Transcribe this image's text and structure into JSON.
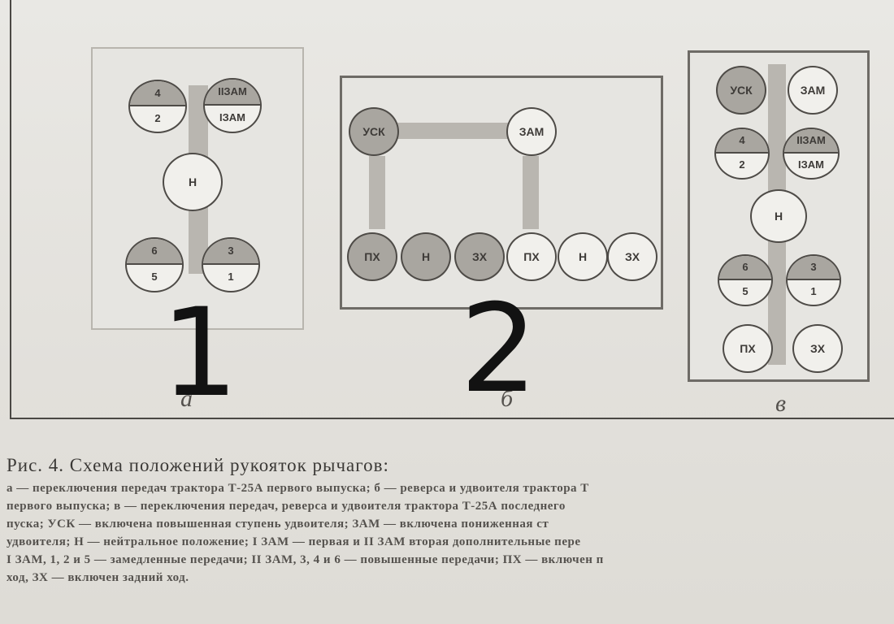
{
  "panel_a": {
    "knobs": [
      {
        "top": "4",
        "bottom": "2"
      },
      {
        "top": "IIЗАМ",
        "bottom": "IЗАМ"
      },
      {
        "label": "Н"
      },
      {
        "top": "6",
        "bottom": "5"
      },
      {
        "top": "3",
        "bottom": "1"
      }
    ],
    "letter": "а",
    "handwritten": "1"
  },
  "panel_b": {
    "knobs": [
      "УСК",
      "ЗАМ",
      "ПХ",
      "Н",
      "ЗХ",
      "ПХ",
      "Н",
      "ЗХ"
    ],
    "letter": "б",
    "handwritten": "2"
  },
  "panel_c": {
    "knobs": [
      {
        "label": "УСК"
      },
      {
        "label": "ЗАМ"
      },
      {
        "top": "4",
        "bottom": "2"
      },
      {
        "top": "IIЗАМ",
        "bottom": "IЗАМ"
      },
      {
        "label": "Н"
      },
      {
        "top": "6",
        "bottom": "5"
      },
      {
        "top": "3",
        "bottom": "1"
      },
      {
        "label": "ПХ"
      },
      {
        "label": "ЗХ"
      }
    ],
    "letter": "в"
  },
  "caption": {
    "title": "Рис. 4. Схема положений рукояток рычагов:",
    "lines": [
      "а — переключения передач трактора Т-25А первого выпуска; б — реверса и удвоителя трактора Т",
      "первого выпуска; в — переключения передач, реверса и удвоителя трактора Т-25А последнего",
      "пуска; УСК — включена повышенная ступень удвоителя; ЗАМ — включена пониженная ст",
      "удвоителя; Н — нейтральное положение; I ЗАМ — первая и II ЗАМ вторая дополнительные пере",
      "I ЗАМ, 1, 2 и 5 — замедленные передачи; II ЗАМ, 3, 4 и 6 — повышенные передачи; ПХ — включен п",
      "ход, ЗХ — включен задний ход."
    ]
  }
}
